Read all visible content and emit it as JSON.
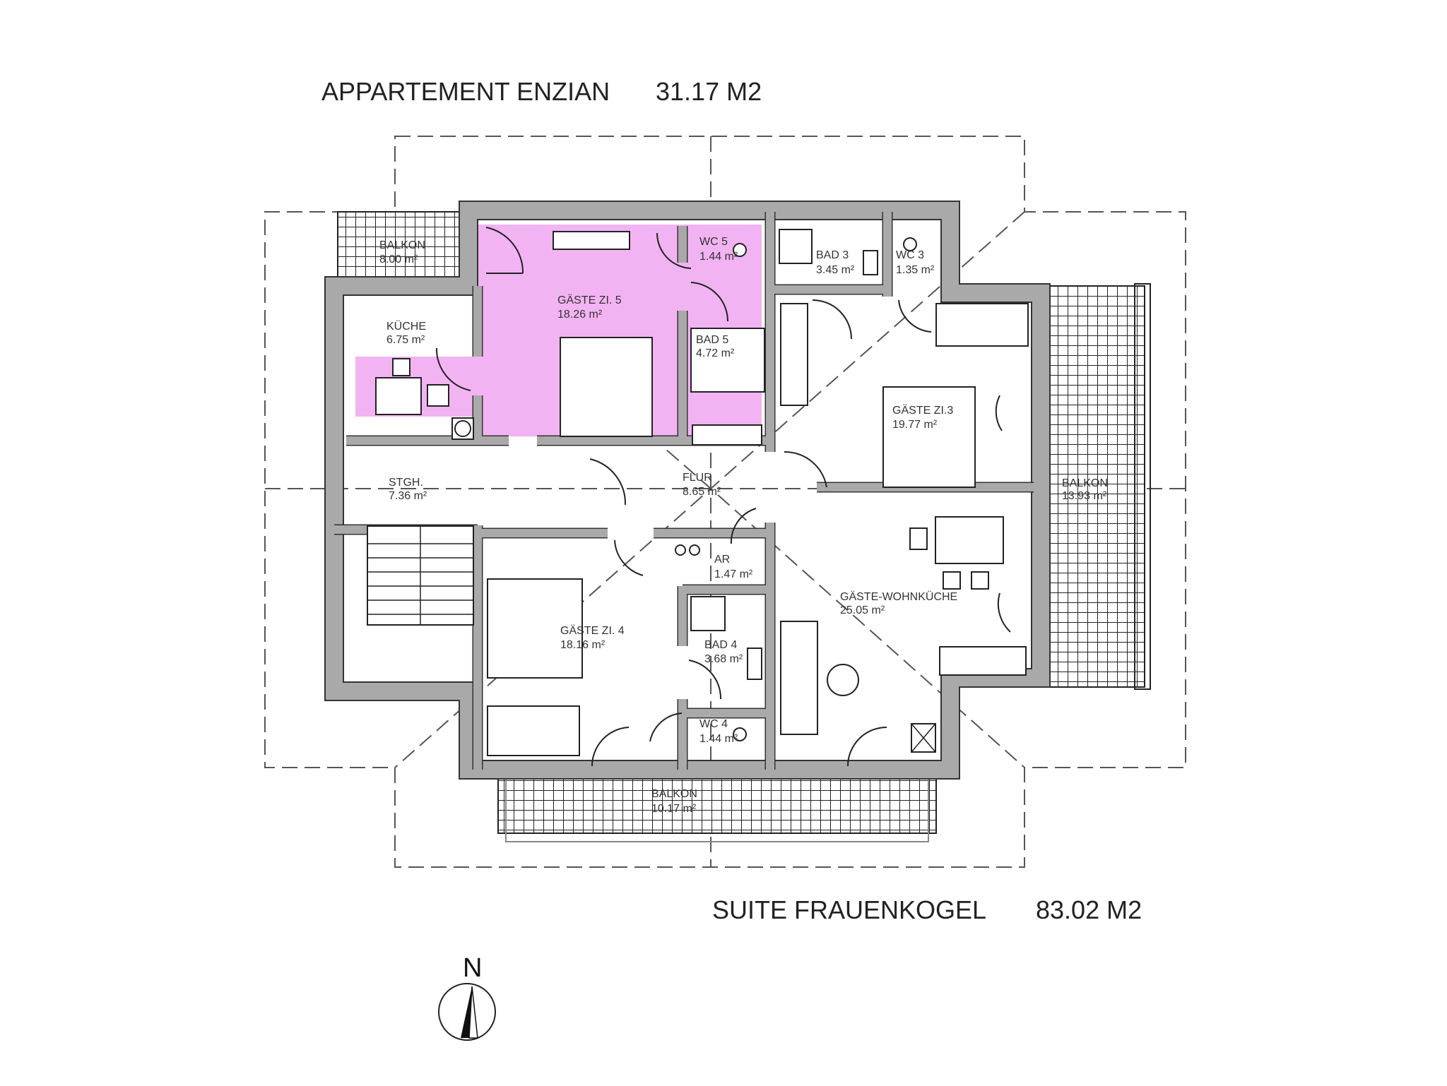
{
  "titles": {
    "top_name": "APPARTEMENT ENZIAN",
    "top_area": "31.17 M2",
    "bottom_name": "SUITE FRAUENKOGEL",
    "bottom_area": "83.02 M2"
  },
  "north_label": "N",
  "highlight_color": "#f2b3f2",
  "rooms": [
    {
      "name": "BALKON",
      "area": "8.00 m²"
    },
    {
      "name": "GÄSTE ZI. 5",
      "area": "18.26 m²"
    },
    {
      "name": "WC 5",
      "area": "1.44 m²"
    },
    {
      "name": "BAD 3",
      "area": "3.45 m²"
    },
    {
      "name": "WC 3",
      "area": "1.35 m²"
    },
    {
      "name": "KÜCHE",
      "area": "6.75 m²"
    },
    {
      "name": "BAD 5",
      "area": "4.72 m²"
    },
    {
      "name": "GÄSTE ZI.3",
      "area": "19.77 m²"
    },
    {
      "name": "STGH.",
      "area": "7.36 m²"
    },
    {
      "name": "FLUR",
      "area": "8.65 m²"
    },
    {
      "name": "BALKON",
      "area": "13.93 m²"
    },
    {
      "name": "AR",
      "area": "1.47 m²"
    },
    {
      "name": "GÄSTE-WOHNKÜCHE",
      "area": "25.05 m²"
    },
    {
      "name": "GÄSTE ZI. 4",
      "area": "18.16 m²"
    },
    {
      "name": "BAD 4",
      "area": "3.68 m²"
    },
    {
      "name": "WC 4",
      "area": "1.44 m²"
    },
    {
      "name": "BALKON",
      "area": "10.17 m²"
    }
  ]
}
